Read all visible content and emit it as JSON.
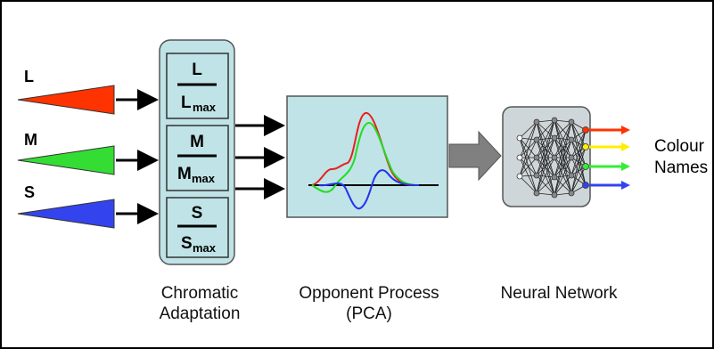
{
  "inputs": [
    {
      "label": "L",
      "color": "#ff3300"
    },
    {
      "label": "M",
      "color": "#33dd33"
    },
    {
      "label": "S",
      "color": "#3344ee"
    }
  ],
  "adaptation": {
    "fractions": [
      {
        "num": "L",
        "den": "L",
        "sub": "max",
        "color": "#ff3300"
      },
      {
        "num": "M",
        "den": "M",
        "sub": "max",
        "color": "#00aaaa"
      },
      {
        "num": "S",
        "den": "S",
        "sub": "max",
        "color": "#3344ee"
      }
    ],
    "caption_line1": "Chromatic",
    "caption_line2": "Adaptation"
  },
  "opponent": {
    "caption_line1": "Opponent Process",
    "caption_line2": "(PCA)"
  },
  "network": {
    "caption": "Neural Network",
    "output_colors": [
      "#ff3300",
      "#ffee00",
      "#33ee33",
      "#3344ee"
    ]
  },
  "output": {
    "line1": "Colour",
    "line2": "Names"
  },
  "colors": {
    "panel_fill": "#bfe3e6",
    "panel_stroke": "#555555",
    "arrow_gray": "#808080"
  }
}
